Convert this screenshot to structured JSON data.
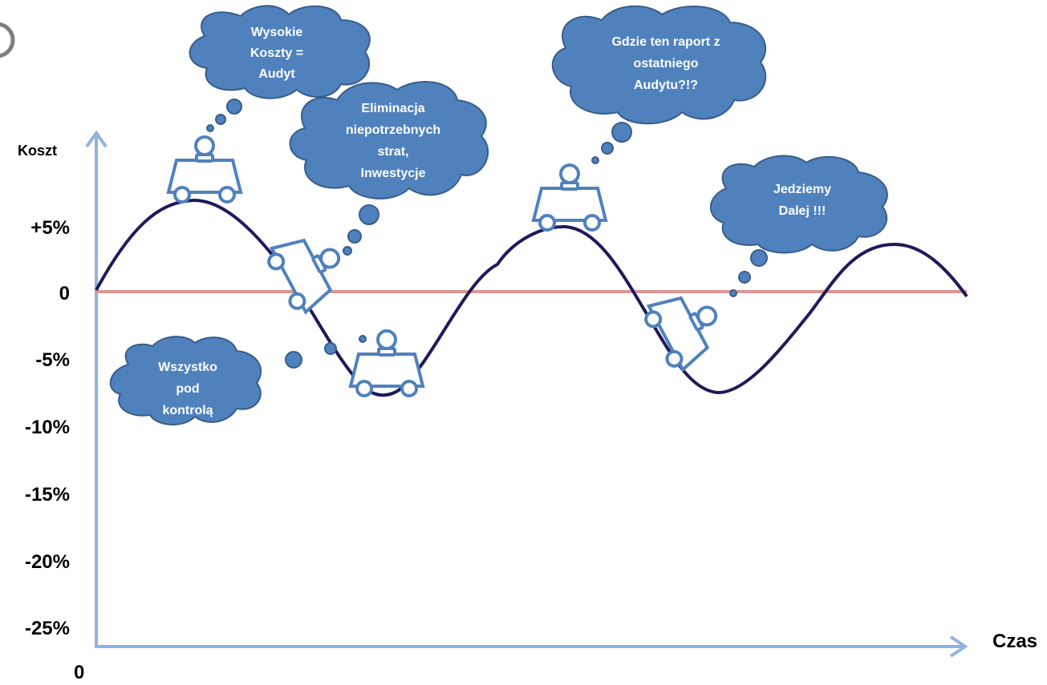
{
  "axes": {
    "y_title": "Koszt",
    "x_title": "Czas",
    "origin_label": "0",
    "y_ticks": [
      "+5%",
      "0",
      "-5%",
      "-10%",
      "-15%",
      "-20%",
      "-25%"
    ]
  },
  "colors": {
    "axis": "#8fb3e0",
    "baseline": "#d99694",
    "curve": "#1f1a5a",
    "cloud_fill": "#4f81bd",
    "cloud_stroke": "#385d8a",
    "cart_fill": "#ffffff",
    "cart_stroke": "#4f81bd"
  },
  "clouds": [
    {
      "lines": [
        "Wysokie",
        "Koszty =",
        "Audyt"
      ]
    },
    {
      "lines": [
        "Eliminacja",
        "niepotrzebnych",
        "strat,",
        "Inwestycje"
      ]
    },
    {
      "lines": [
        "Gdzie ten raport z",
        "ostatniego",
        "Audytu?!?"
      ]
    },
    {
      "lines": [
        "Jedziemy",
        "Dalej !!!"
      ]
    },
    {
      "lines": [
        "Wszystko",
        "pod",
        "kontrolą"
      ]
    }
  ]
}
